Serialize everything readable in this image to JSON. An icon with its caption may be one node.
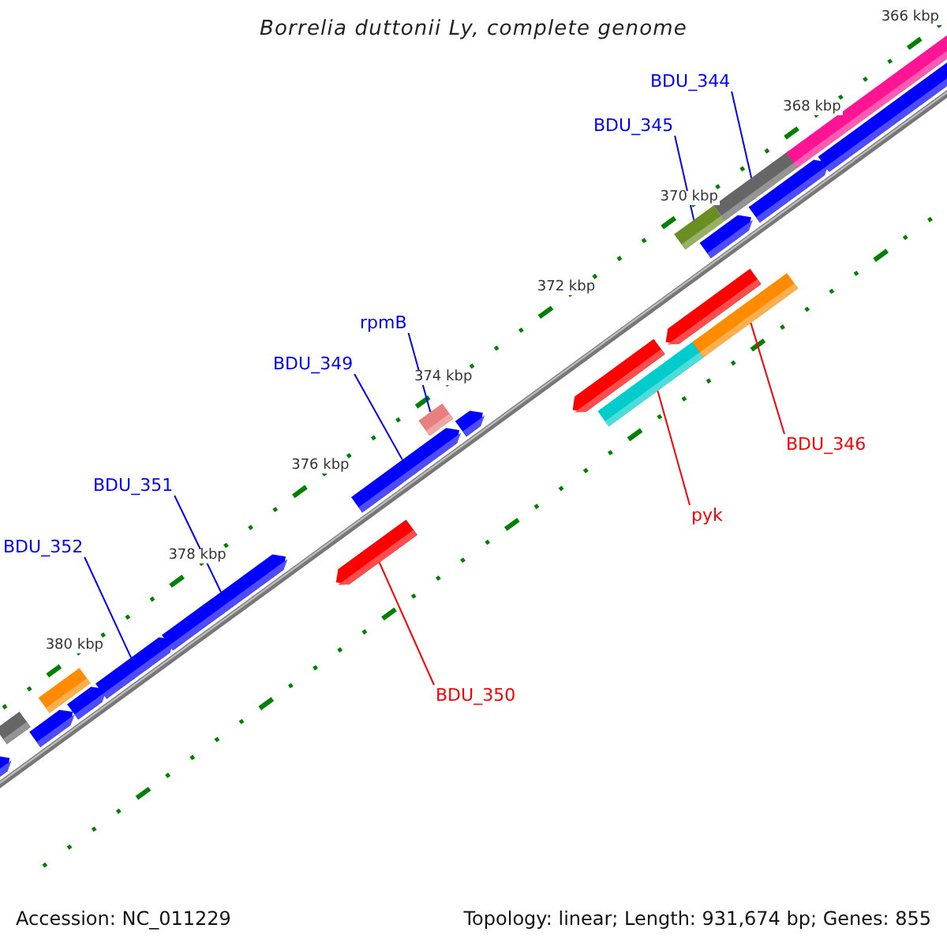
{
  "diagram": {
    "title": "Borrelia duttonii Ly, complete genome",
    "nodes": [
      {
        "text": [
          "BDU_344"
        ]
      },
      {
        "text": [
          "BDU_345"
        ]
      },
      {
        "text": [
          "rpmB"
        ]
      },
      {
        "text": [
          "BDU_349"
        ]
      },
      {
        "text": [
          "BDU_351"
        ]
      },
      {
        "text": [
          "BDU_352"
        ]
      },
      {
        "text": [
          "BDU_346"
        ]
      },
      {
        "text": [
          "pyk"
        ]
      },
      {
        "text": [
          "BDU_350"
        ]
      },
      {
        "text": [],
        "shape": "bar"
      },
      {
        "text": [],
        "shape": "bar"
      },
      {
        "text": [],
        "shape": "bar"
      },
      {
        "text": [],
        "shape": "bar"
      },
      {
        "text": [],
        "shape": "bar"
      },
      {
        "text": [],
        "shape": "bar"
      },
      {
        "text": [],
        "shape": "bar"
      },
      {
        "text": [],
        "shape": "bar"
      },
      {
        "text": [],
        "shape": "bar"
      },
      {
        "text": [],
        "shape": "bar"
      },
      {
        "text": [],
        "shape": "bar"
      },
      {
        "text": [],
        "shape": "bar"
      },
      {
        "text": [],
        "shape": "bar"
      },
      {
        "text": [],
        "shape": "bar"
      },
      {
        "text": [],
        "shape": "bar"
      },
      {
        "text": [],
        "shape": "bar"
      },
      {
        "text": [],
        "shape": "bar"
      },
      {
        "text": [],
        "shape": "bar"
      },
      {
        "text": [],
        "shape": "bar"
      },
      {
        "text": [],
        "shape": "bar"
      },
      {
        "text": [],
        "shape": "bar"
      }
    ],
    "edges": [
      {
        "from": 0,
        "to": 26,
        "arrow": "none"
      },
      {
        "from": 1,
        "to": 24,
        "arrow": "none"
      },
      {
        "from": 2,
        "to": 18,
        "arrow": "none"
      },
      {
        "from": 3,
        "to": 17,
        "arrow": "none"
      },
      {
        "from": 4,
        "to": 15,
        "arrow": "none"
      },
      {
        "from": 5,
        "to": 14,
        "arrow": "none"
      },
      {
        "from": 6,
        "to": 23,
        "arrow": "none",
        "color": "#ff0000"
      },
      {
        "from": 7,
        "to": 21,
        "arrow": "none",
        "color": "#ff0000"
      },
      {
        "from": 8,
        "to": 16,
        "arrow": "none",
        "color": "#ff0000"
      }
    ],
    "labels": [
      "366 kbp",
      "368 kbp",
      "370 kbp",
      "372 kbp",
      "374 kbp",
      "376 kbp",
      "378 kbp",
      "380 kbp",
      "Accession: NC_011229",
      "Topology: linear; Length: 931,674 bp; Genes: 855"
    ]
  }
}
